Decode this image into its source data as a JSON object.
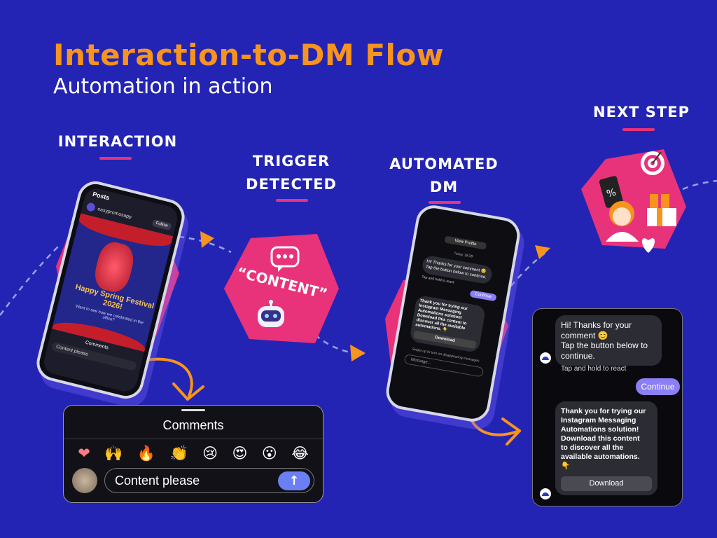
{
  "header": {
    "title": "Interaction-to-DM Flow",
    "subtitle": "Automation in action"
  },
  "stages": {
    "interaction": "INTERACTION",
    "trigger_line1": "TRIGGER",
    "trigger_line2": "DETECTED",
    "dm_line1": "AUTOMATED",
    "dm_line2": "DM",
    "next": "NEXT STEP"
  },
  "trigger_keyword": "“CONTENT”",
  "post_phone": {
    "header": "Posts",
    "account": "easypromosapp",
    "follow": "Follow",
    "poster_title": "Happy Spring Festival 2026!",
    "poster_sub": "Want to see how we celebrated in the office?",
    "comments_label": "Comments",
    "input": "Content please"
  },
  "comments_panel": {
    "title": "Comments",
    "emojis": [
      "❤",
      "🙌",
      "🔥",
      "👏",
      "😢",
      "😍",
      "😮",
      "😂"
    ],
    "input": "Content please",
    "send_icon": "↑"
  },
  "dm_phone": {
    "view_profile": "View Profile",
    "date": "Today 18:38",
    "msg1": "Hi! Thanks for your comment 😊 Tap the button below to continue.",
    "react": "Tap and hold to react",
    "continue": "Continue",
    "msg2": "Thank you for trying our Instagram Messaging Automations solution! Download this content to discover all the available automations. 👇",
    "download": "Download",
    "swipe": "Swipe up to turn on disappearing messages",
    "message_placeholder": "Message..."
  },
  "dm_panel": {
    "msg1_line1": "Hi! Thanks for your",
    "msg1_line2": "comment 😊",
    "msg1_line3": "Tap the button below to",
    "msg1_line4": "continue.",
    "react": "Tap and hold to react",
    "continue": "Continue",
    "msg2_line1": "Thank you for trying our",
    "msg2_line2": "Instagram Messaging",
    "msg2_line3": "Automations solution!",
    "msg2_line4": "Download this content",
    "msg2_line5": "to discover all the",
    "msg2_line6": "available automations.",
    "msg2_line7": "👇",
    "download": "Download"
  },
  "colors": {
    "background": "#2424b4",
    "title": "#f7941d",
    "accent": "#e8337a",
    "button": "#8b7ff5",
    "arrow": "#f7941d"
  }
}
